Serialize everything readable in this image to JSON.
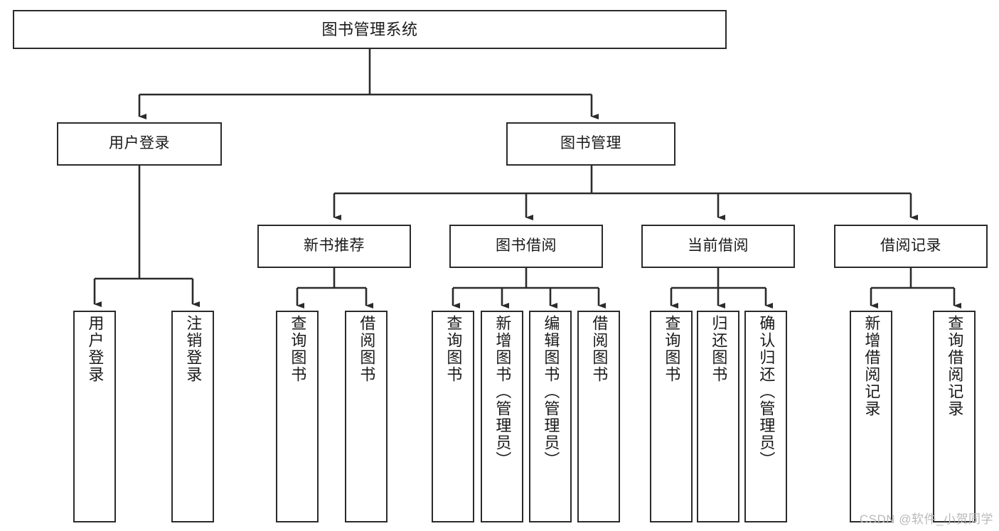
{
  "diagram": {
    "title": "图书管理系统",
    "watermark": "CSDN @软件_小贺同学",
    "colors": {
      "node_stroke": "#2b2b2b",
      "node_fill": "#ffffff",
      "connector": "#2b2b2b",
      "text": "#1a1a1a",
      "watermark": "#b9b9b9"
    },
    "type": "tree-hierarchy",
    "orientation": "top-down"
  },
  "nodes": {
    "root": {
      "label": "图书管理系统",
      "level": 0
    },
    "level1": [
      {
        "id": "user-login",
        "label": "用户登录",
        "level": 1
      },
      {
        "id": "book-management",
        "label": "图书管理",
        "level": 1
      }
    ],
    "level2": [
      {
        "id": "new-book-recommend",
        "label": "新书推荐",
        "level": 2,
        "parent": "book-management"
      },
      {
        "id": "book-borrow",
        "label": "图书借阅",
        "level": 2,
        "parent": "book-management"
      },
      {
        "id": "current-borrow",
        "label": "当前借阅",
        "level": 2,
        "parent": "book-management"
      },
      {
        "id": "borrow-record",
        "label": "借阅记录",
        "level": 2,
        "parent": "book-management"
      }
    ],
    "leaves": [
      {
        "id": "leaf-user-login",
        "label": "用户登录",
        "parent": "user-login"
      },
      {
        "id": "leaf-user-logout",
        "label": "注销登录",
        "parent": "user-login"
      },
      {
        "id": "leaf-query-book-recommend",
        "label": "查询图书",
        "parent": "new-book-recommend"
      },
      {
        "id": "leaf-borrow-book-recommend",
        "label": "借阅图书",
        "parent": "new-book-recommend"
      },
      {
        "id": "leaf-query-book-borrow",
        "label": "查询图书",
        "parent": "book-borrow"
      },
      {
        "id": "leaf-add-book-admin",
        "label": "新增图书（管理员）",
        "parent": "book-borrow"
      },
      {
        "id": "leaf-edit-book-admin",
        "label": "编辑图书（管理员）",
        "parent": "book-borrow"
      },
      {
        "id": "leaf-borrow-book",
        "label": "借阅图书",
        "parent": "book-borrow"
      },
      {
        "id": "leaf-query-book-current",
        "label": "查询图书",
        "parent": "current-borrow"
      },
      {
        "id": "leaf-return-book",
        "label": "归还图书",
        "parent": "current-borrow"
      },
      {
        "id": "leaf-confirm-return-admin",
        "label": "确认归还（管理员）",
        "parent": "current-borrow"
      },
      {
        "id": "leaf-add-borrow-record",
        "label": "新增借阅记录",
        "parent": "borrow-record"
      },
      {
        "id": "leaf-query-borrow-record",
        "label": "查询借阅记录",
        "parent": "borrow-record"
      }
    ]
  }
}
